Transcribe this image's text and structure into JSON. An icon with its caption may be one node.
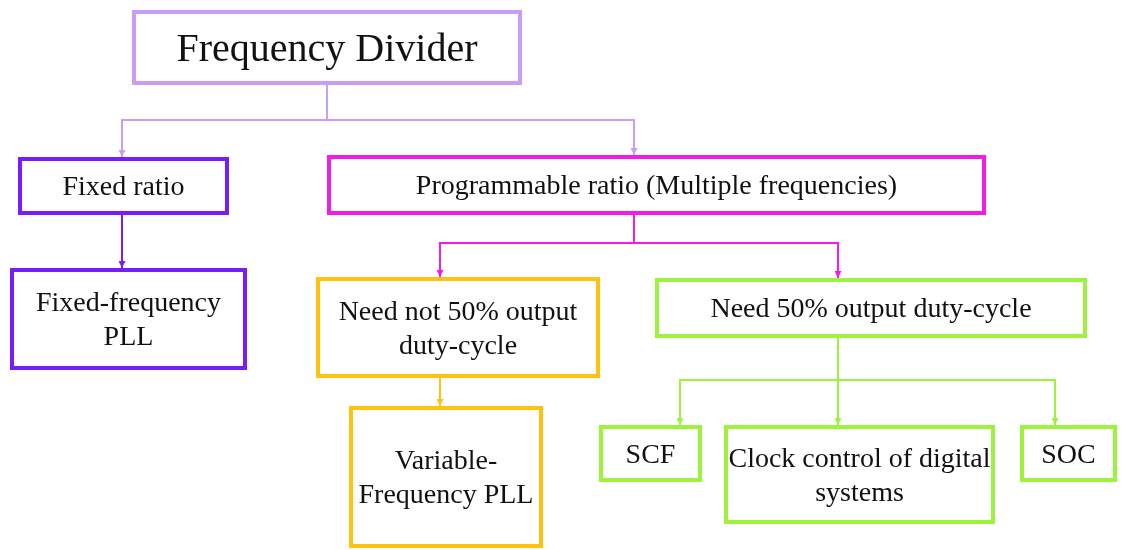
{
  "diagram": {
    "nodes": [
      {
        "text": [
          "Frequency Divider"
        ]
      },
      {
        "text": [
          "Fixed ratio"
        ]
      },
      {
        "text": [
          "Programmable ratio (Multiple frequencies)"
        ]
      },
      {
        "text": [
          "Fixed-frequency PLL"
        ]
      },
      {
        "text": [
          "Need not 50% output duty-cycle"
        ]
      },
      {
        "text": [
          "Need 50% output duty-cycle"
        ]
      },
      {
        "text": [
          "Variable-Frequency PLL"
        ]
      },
      {
        "text": [
          "SCF"
        ]
      },
      {
        "text": [
          "Clock control of digital systems"
        ]
      },
      {
        "text": [
          "SOC"
        ]
      }
    ],
    "edges": [
      {
        "from": 0,
        "to": 1,
        "arrow": "to",
        "color": "#c89ef5"
      },
      {
        "from": 0,
        "to": 2,
        "arrow": "to",
        "color": "#c89ef5"
      },
      {
        "from": 1,
        "to": 3,
        "arrow": "to",
        "color": "#7a1cf5"
      },
      {
        "from": 2,
        "to": 4,
        "arrow": "to",
        "color": "#f01ce8"
      },
      {
        "from": 2,
        "to": 5,
        "arrow": "to",
        "color": "#f01ce8"
      },
      {
        "from": 4,
        "to": 6,
        "arrow": "to",
        "color": "#ffc20e"
      },
      {
        "from": 5,
        "to": 7,
        "arrow": "to"
      },
      {
        "from": 5,
        "to": 8,
        "arrow": "to"
      },
      {
        "from": 5,
        "to": 9,
        "arrow": "to"
      }
    ]
  }
}
